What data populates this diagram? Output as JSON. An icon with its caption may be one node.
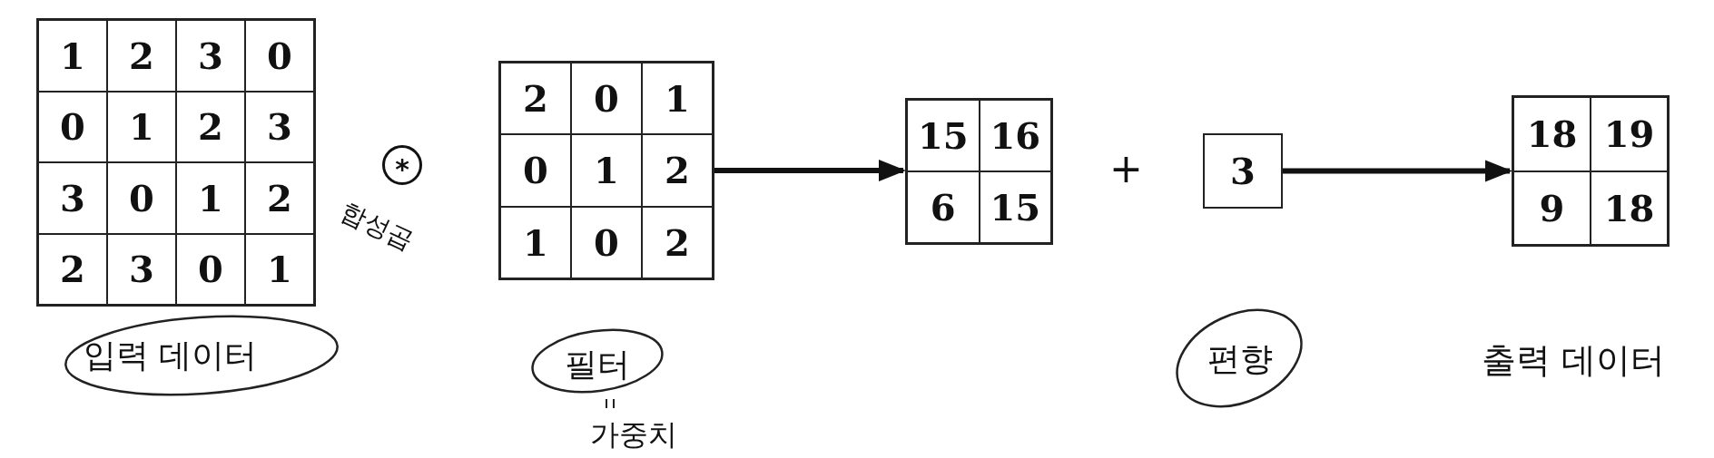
{
  "diagram": {
    "nodes": [
      {
        "text": [
          "1",
          "2",
          "3",
          "0",
          "0",
          "1",
          "2",
          "3",
          "3",
          "0",
          "1",
          "2",
          "2",
          "3",
          "0",
          "1"
        ]
      },
      {
        "text": [
          "2",
          "0",
          "1",
          "0",
          "1",
          "2",
          "1",
          "0",
          "2"
        ]
      },
      {
        "text": [
          "15",
          "16",
          "6",
          "15"
        ]
      },
      {
        "text": [
          "3"
        ]
      },
      {
        "text": [
          "18",
          "19",
          "9",
          "18"
        ]
      }
    ],
    "edges": [
      {
        "from": 1,
        "to": 2,
        "arrow": "to"
      },
      {
        "from": 3,
        "to": 4,
        "arrow": "to"
      }
    ],
    "labels": [
      "*",
      "합성곱",
      "입력 데이터",
      "필터",
      "가중치",
      "+",
      "편향",
      "출력 데이터"
    ]
  }
}
